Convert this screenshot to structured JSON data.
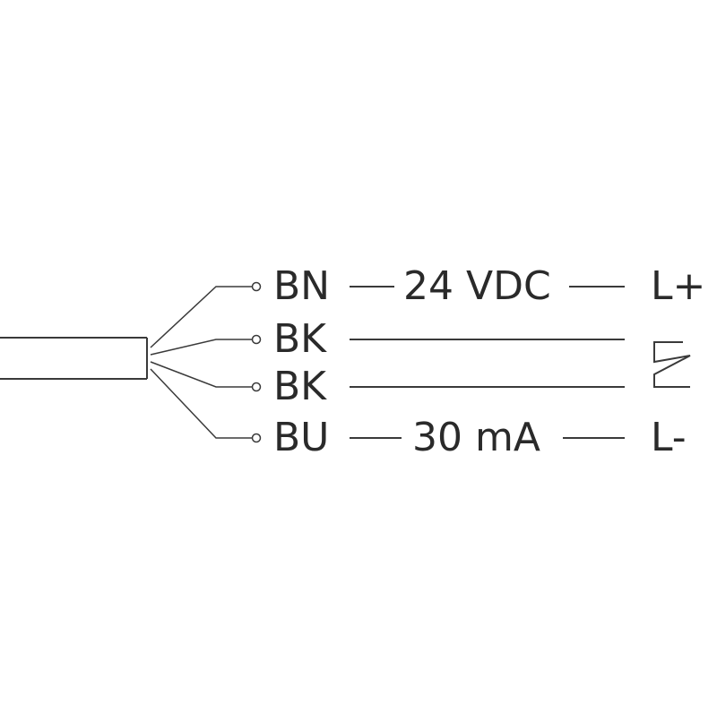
{
  "wires": [
    {
      "code": "BN",
      "rating": "24 VDC",
      "terminal": "L+"
    },
    {
      "code": "BK",
      "rating": "",
      "terminal": ""
    },
    {
      "code": "BK",
      "rating": "",
      "terminal": ""
    },
    {
      "code": "BU",
      "rating": "30 mA",
      "terminal": "L-"
    }
  ],
  "icons": {
    "cable": "cable-end-icon",
    "terminal": "terminal-ring-icon",
    "switch": "switch-output-icon"
  },
  "colors": {
    "line": "#3a3a3a",
    "text": "#2a2a2a",
    "background": "#ffffff"
  }
}
